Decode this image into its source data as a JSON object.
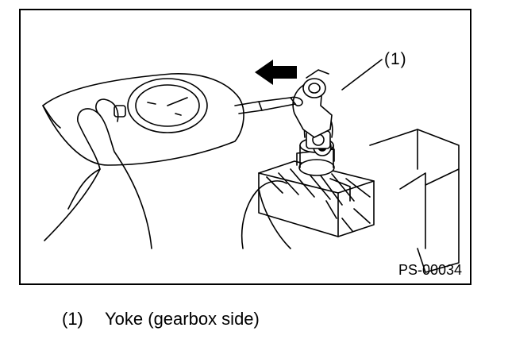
{
  "figure": {
    "callout_label": "(1)",
    "figure_code": "PS-00034"
  },
  "legend": {
    "items": [
      {
        "number": "(1)",
        "text": "Yoke (gearbox side)"
      }
    ]
  }
}
